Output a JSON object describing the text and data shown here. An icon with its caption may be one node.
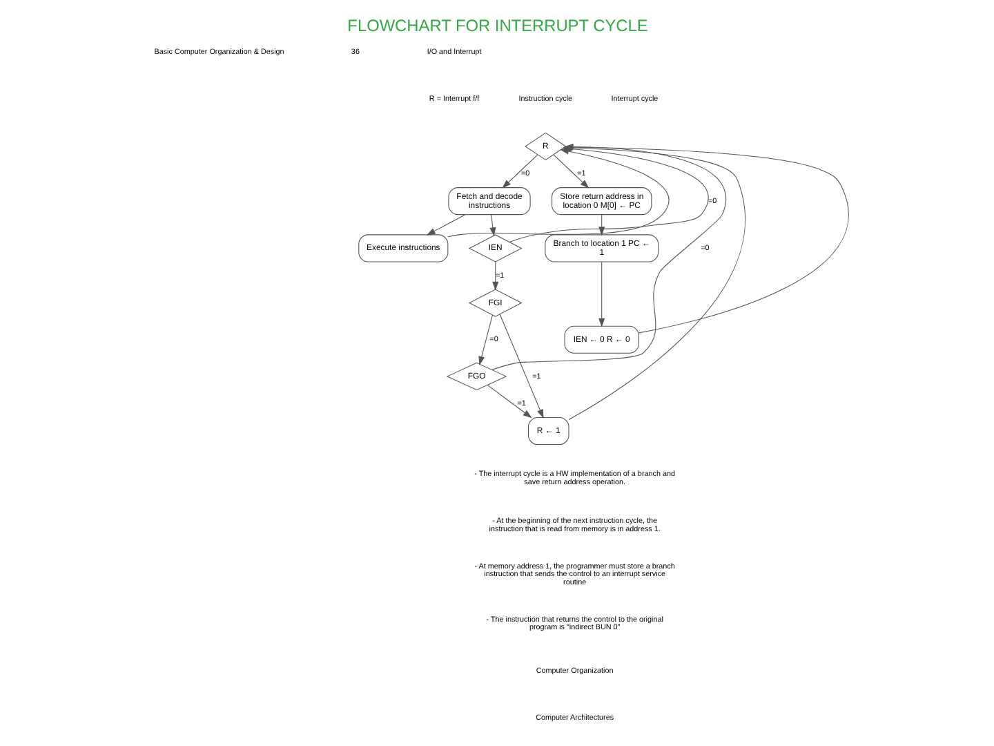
{
  "diagram": {
    "title": "FLOWCHART FOR INTERRUPT CYCLE",
    "nodes": [
      {
        "text": [
          "R"
        ]
      },
      {
        "text": [
          "Fetch and decode instructions"
        ]
      },
      {
        "text": [
          "Execute instructions"
        ]
      },
      {
        "text": [
          "IEN"
        ]
      },
      {
        "text": [
          "FGI"
        ]
      },
      {
        "text": [
          "FGO"
        ]
      },
      {
        "text": [
          "R ← 1"
        ]
      },
      {
        "text": [
          "Store return address in location 0 M[0] ← PC"
        ]
      },
      {
        "text": [
          "Branch to location 1 PC ← 1"
        ]
      },
      {
        "text": [
          "IEN ← 0 R ← 0"
        ]
      }
    ],
    "edges": [
      {
        "from": 0,
        "to": 1,
        "arrow": "to",
        "label": "=0"
      },
      {
        "from": 0,
        "to": 7,
        "arrow": "to",
        "label": "=1"
      },
      {
        "from": 1,
        "to": 2,
        "arrow": "to"
      },
      {
        "from": 1,
        "to": 3,
        "arrow": "to"
      },
      {
        "from": 3,
        "to": 4,
        "arrow": "to",
        "label": "=1"
      },
      {
        "from": 3,
        "to": 0,
        "arrow": "to",
        "label": "=0"
      },
      {
        "from": 4,
        "to": 6,
        "arrow": "to",
        "label": "=1"
      },
      {
        "from": 4,
        "to": 5,
        "arrow": "to",
        "label": "=0"
      },
      {
        "from": 5,
        "to": 6,
        "arrow": "to",
        "label": "=1"
      },
      {
        "from": 5,
        "to": 0,
        "arrow": "to",
        "label": "=0"
      },
      {
        "from": 2,
        "to": 0,
        "arrow": "to"
      },
      {
        "from": 6,
        "to": 0,
        "arrow": "to"
      },
      {
        "from": 7,
        "to": 8,
        "arrow": "to"
      },
      {
        "from": 8,
        "to": 9,
        "arrow": "to"
      },
      {
        "from": 9,
        "to": 0,
        "arrow": "to"
      }
    ],
    "labels": [
      "Basic Computer Organization & Design",
      "36",
      "I/O and Interrupt",
      "R = Interrupt f/f",
      "Instruction cycle",
      "Interrupt cycle",
      "- The interrupt cycle is a HW implementation of a branch and save return address operation.",
      "- At the beginning of the next instruction cycle, the instruction that is read from memory is in address 1.",
      "- At memory address 1, the programmer must store a branch instruction that sends the control to an interrupt service routine",
      "- The instruction that returns the control to the original program is \"indirect BUN 0\"",
      "Computer Organization",
      "Computer Architectures"
    ]
  }
}
